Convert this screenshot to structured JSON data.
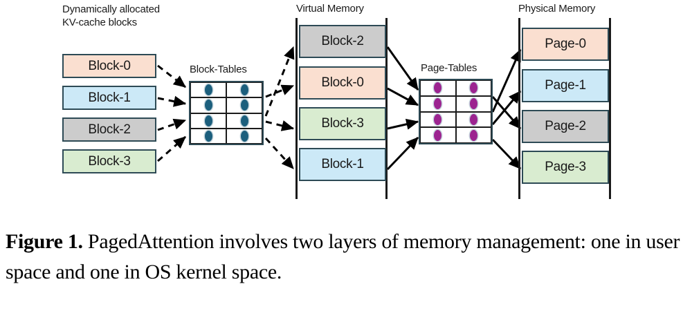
{
  "figure": {
    "caption_label": "Figure 1.",
    "caption_text": " PagedAttention involves two layers of memory management: one in user space and one in OS kernel space."
  },
  "kv_cache": {
    "title_line1": "Dynamically allocated",
    "title_line2": "KV-cache blocks",
    "blocks": [
      {
        "label": "Block-0",
        "color": "#fadfd0"
      },
      {
        "label": "Block-1",
        "color": "#cce9f7"
      },
      {
        "label": "Block-2",
        "color": "#cccccc"
      },
      {
        "label": "Block-3",
        "color": "#d9ecd0"
      }
    ]
  },
  "block_tables": {
    "title": "Block-Tables",
    "rows": 4,
    "cols": 2,
    "dot_color": "#1c5f7d"
  },
  "virtual_memory": {
    "title": "Virtual Memory",
    "blocks": [
      {
        "label": "Block-2",
        "color": "#cccccc"
      },
      {
        "label": "Block-0",
        "color": "#fadfd0"
      },
      {
        "label": "Block-3",
        "color": "#d9ecd0"
      },
      {
        "label": "Block-1",
        "color": "#cce9f7"
      }
    ]
  },
  "page_tables": {
    "title": "Page-Tables",
    "rows": 4,
    "cols": 2,
    "dot_color": "#9c2490"
  },
  "physical_memory": {
    "title": "Physical Memory",
    "blocks": [
      {
        "label": "Page-0",
        "color": "#fadfd0"
      },
      {
        "label": "Page-1",
        "color": "#cce9f7"
      },
      {
        "label": "Page-2",
        "color": "#cccccc"
      },
      {
        "label": "Page-3",
        "color": "#d9ecd0"
      }
    ]
  },
  "arrows": {
    "user_space_style": "dashed",
    "kernel_space_style": "solid"
  }
}
